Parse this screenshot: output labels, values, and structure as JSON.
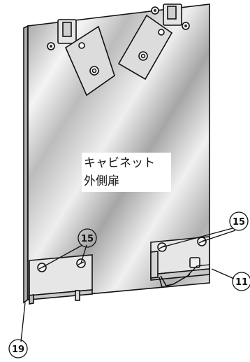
{
  "panel_label": {
    "line1": "キャビネット",
    "line2": "外側扉"
  },
  "callouts": {
    "left_screws": "15",
    "right_screws": "15",
    "right_hinge": "11",
    "bottom_left_edge": "19"
  },
  "colors": {
    "outline": "#111111",
    "panel_light": "#f2f2f2",
    "panel_mid": "#bdbdbd",
    "panel_dark": "#8c8c8c",
    "bracket": "#e2e2e2",
    "label_bg": "#ffffff"
  }
}
